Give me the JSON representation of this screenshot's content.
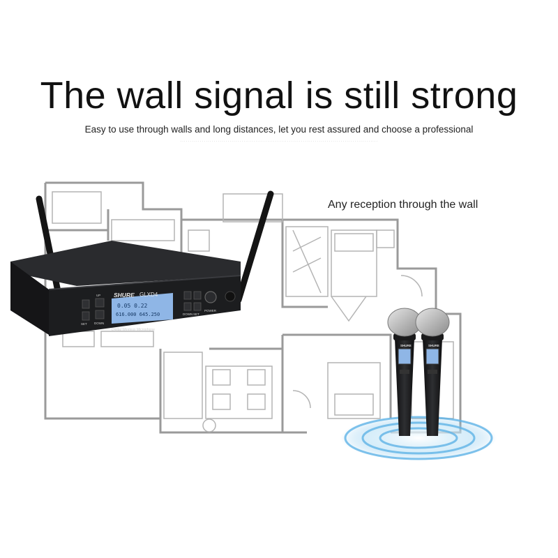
{
  "headline": "The wall signal is still strong",
  "subheadline": "Easy to use through walls and long distances, let you rest assured and choose a professional",
  "reception_caption": "Any reception through the wall",
  "receiver": {
    "brand": "SHURE",
    "model": "GLXD4",
    "series_label": "Digital Wireless Microphone",
    "lcd_line1": "0.05  0.22",
    "lcd_line2": "616.000 645.250",
    "button_up": "UP",
    "button_down": "DOWN",
    "button_set": "SET",
    "button_power": "POWER"
  },
  "microphone_brand": "SHURE",
  "colors": {
    "device_body": "#1c1d1f",
    "lcd": "#8fb6e6",
    "floorplan_line": "#9a9a9a",
    "signal_glow": "#5fb3e6"
  }
}
